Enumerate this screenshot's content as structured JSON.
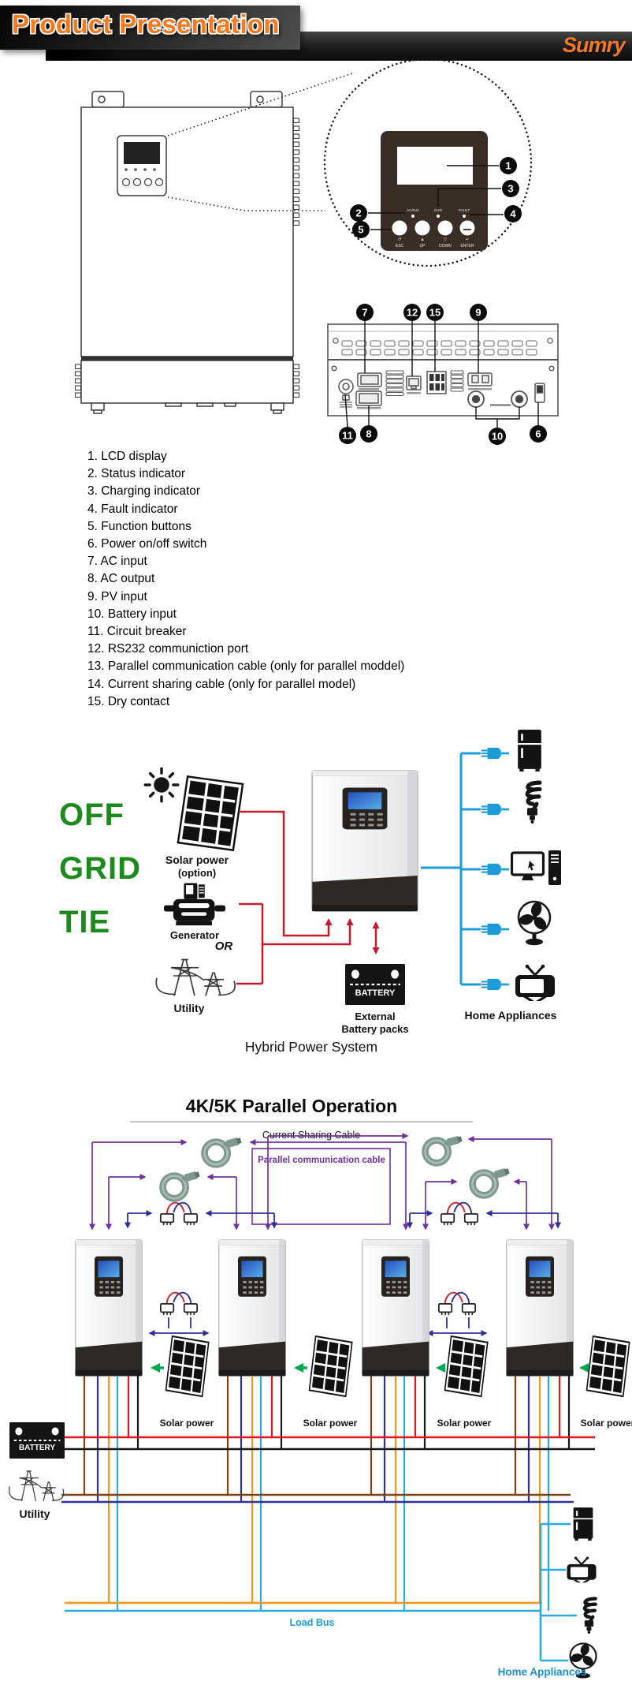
{
  "header": {
    "title": "Product Presentation",
    "brand": "Sumry"
  },
  "device": {
    "panel": {
      "leds": [
        "AC/INV",
        "CHG",
        "FAULT"
      ],
      "button_symbols": [
        "↺",
        "▲",
        "▽",
        "↵"
      ],
      "buttons": [
        "ESC",
        "UP",
        "DOWN",
        "ENTER"
      ]
    },
    "callouts": {
      "front": [
        "1",
        "2",
        "3",
        "4",
        "5"
      ],
      "rear_top": [
        "7",
        "12",
        "15",
        "9"
      ],
      "rear_bottom": [
        "11",
        "8",
        "10",
        "6"
      ]
    },
    "parts_list": [
      "1. LCD display",
      "2. Status indicator",
      "3. Charging indicator",
      "4. Fault indicator",
      "5. Function buttons",
      "6. Power on/off switch",
      "7. AC input",
      "8. AC output",
      "9. PV input",
      "10. Battery input",
      "11. Circuit breaker",
      "12. RS232 communiction port",
      "13. Parallel communication cable (only for parallel moddel)",
      "14. Current sharing cable (only for parallel model)",
      "15. Dry contact"
    ]
  },
  "hybrid": {
    "modes": [
      "OFF",
      "GRID",
      "TIE"
    ],
    "solar_label": "Solar power",
    "solar_option": "(option)",
    "generator_label": "Generator",
    "or_label": "OR",
    "utility_label": "Utility",
    "battery_label": "BATTERY",
    "external_line1": "External",
    "external_line2": "Battery packs",
    "appliances_label": "Home Appliances",
    "caption": "Hybrid Power System"
  },
  "parallel": {
    "title": "4K/5K Parallel Operation",
    "current_sharing_label": "Current Sharing Cable",
    "parallel_comm_label": "Parallel communication cable",
    "solar_label": "Solar power",
    "battery_label": "BATTERY",
    "utility_label": "Utility",
    "load_bus_label": "Load Bus",
    "appliances_label": "Home Appliances"
  },
  "colors": {
    "accent_orange": "#f4791f",
    "mode_green": "#1d8a1d",
    "wire_red": "#c81a2e",
    "wire_purple": "#7030a0",
    "wire_dark_blue": "#2e3192",
    "wire_green": "#00a651",
    "wire_brown": "#7a4512",
    "wire_orange": "#f7941d",
    "wire_cyan": "#29abe2",
    "bus_blue": "#1b9cd8",
    "panel_brown": "#3a2d25"
  }
}
